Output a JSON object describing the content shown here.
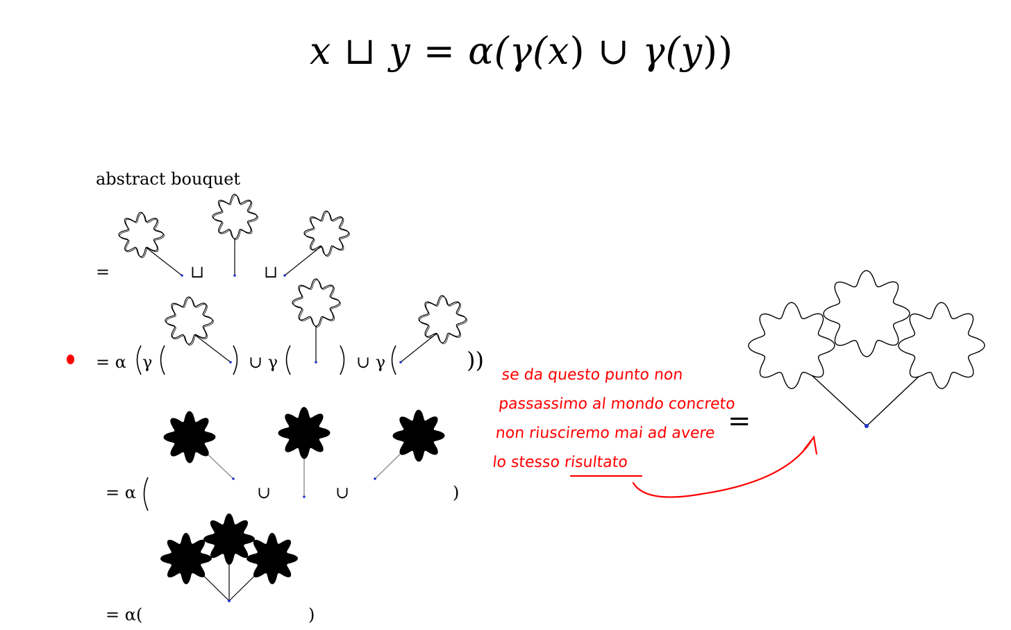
{
  "formula": {
    "left": "x",
    "join_symbol": "⊔",
    "right_var": "y",
    "equals": "=",
    "rhs_prefix": "α(γ(",
    "rhs_x": "x",
    "rhs_mid": ")",
    "union": "∪",
    "rhs_gamma": "γ(",
    "rhs_y": "y",
    "rhs_suffix": "))"
  },
  "derivation": {
    "heading": "abstract bouquet",
    "row1_eq": "=",
    "row1_op1": "⊔",
    "row1_op2": "⊔",
    "row2_eq": "= α",
    "row2_gamma1": "γ",
    "row2_union1": "∪ γ",
    "row2_union2": "∪ γ",
    "row2_close": "))",
    "row3_eq": "= α",
    "row3_union1": "∪",
    "row3_union2": "∪",
    "row3_close": ")",
    "row4_eq": "= α(",
    "row4_close": ")"
  },
  "result": {
    "equals": "="
  },
  "annotation": {
    "lines": [
      "se da questo punto non",
      "passassimo al mondo concreto",
      "non riusciremo mai ad avere",
      "lo stesso risultato"
    ]
  },
  "colors": {
    "ink": "#000000",
    "annotation": "#ff0000",
    "base_point": "#2233cc",
    "stem_gray": "#777777"
  }
}
